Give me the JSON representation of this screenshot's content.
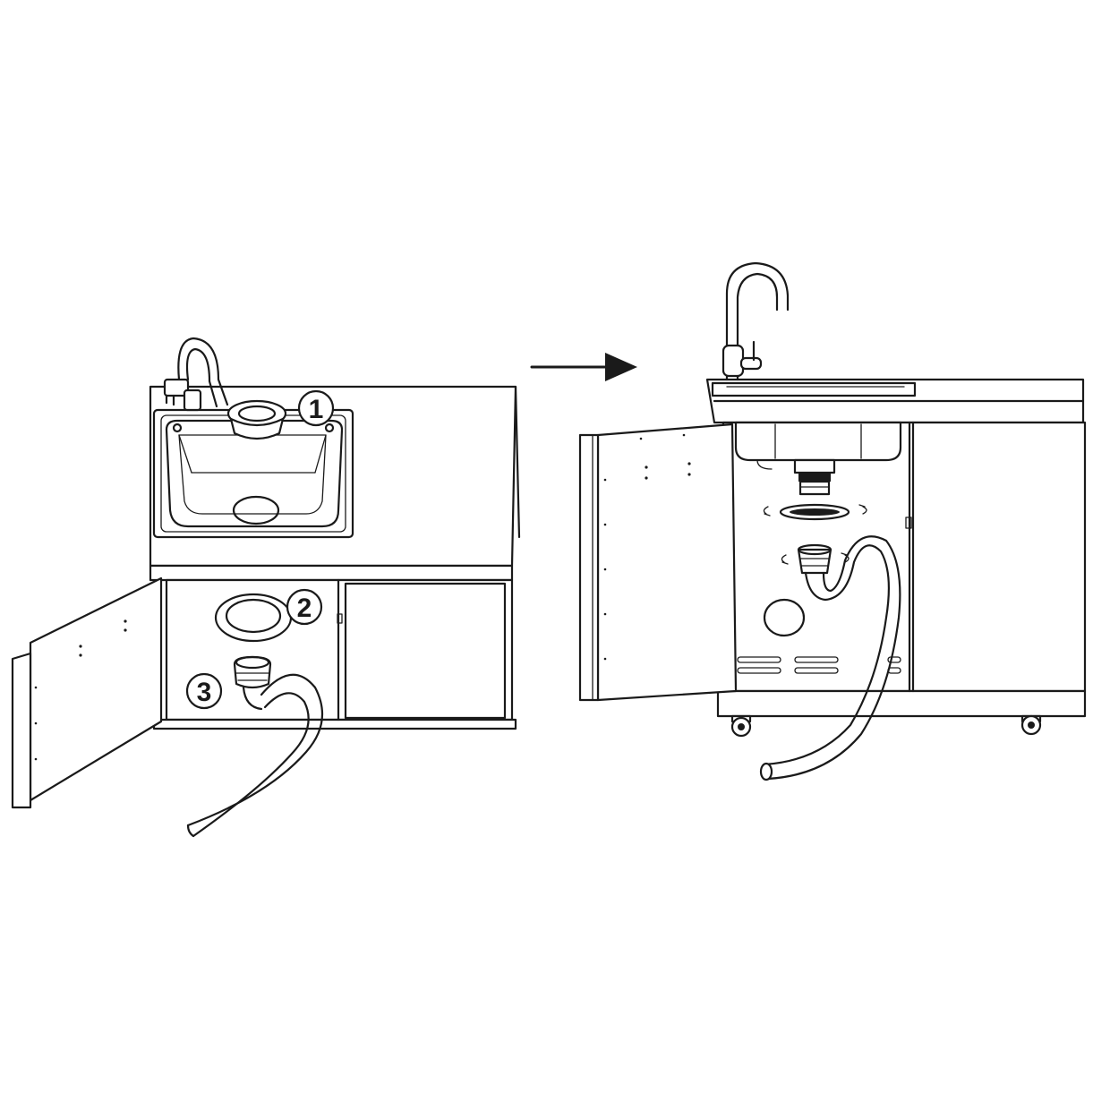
{
  "callouts": [
    {
      "label": "1",
      "part": "sink-drain-strainer"
    },
    {
      "label": "2",
      "part": "cabinet-drain-ring"
    },
    {
      "label": "3",
      "part": "drain-hose-connector"
    }
  ],
  "colors": {
    "line": "#1a1a1a",
    "background": "#ffffff"
  }
}
